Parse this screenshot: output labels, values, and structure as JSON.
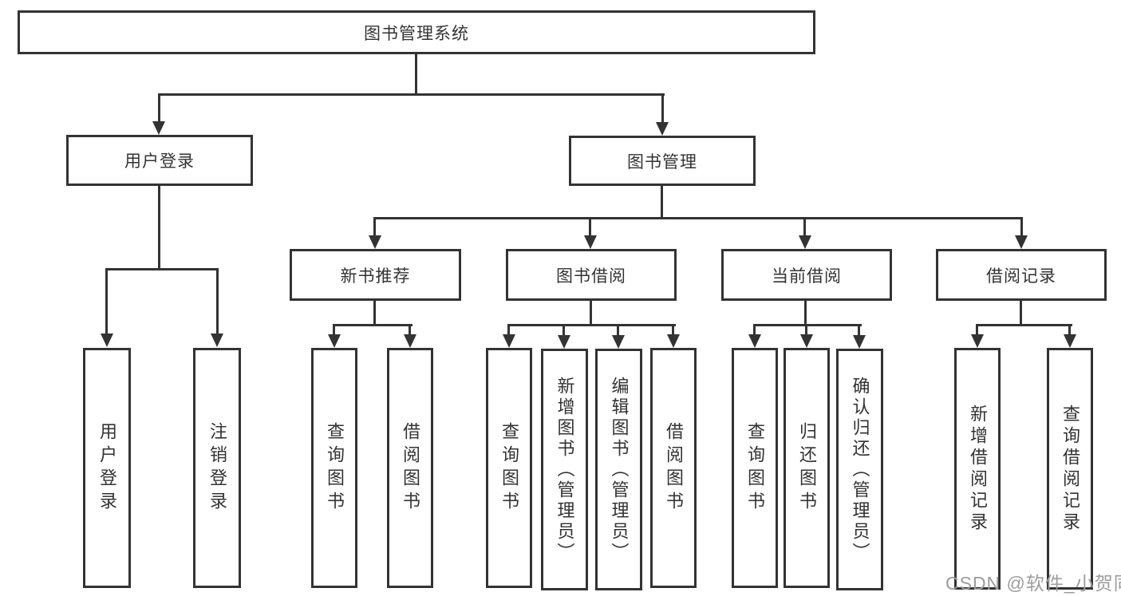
{
  "diagram": {
    "root": "图书管理系统",
    "level2": {
      "user_login": "用户登录",
      "book_mgmt": "图书管理"
    },
    "level3": {
      "new_book_rec": "新书推荐",
      "book_borrow": "图书借阅",
      "current_borrow": "当前借阅",
      "borrow_records": "借阅记录"
    },
    "leaves": {
      "login_user_login": "用户登录",
      "login_logout": "注销登录",
      "rec_query_books": "查询图书",
      "rec_borrow_books": "借阅图书",
      "bb_query_books": "查询图书",
      "bb_add_books": "新增图书（管理员）",
      "bb_edit_books": "编辑图书（管理员）",
      "bb_borrow_books": "借阅图书",
      "cb_query_books": "查询图书",
      "cb_return_books": "归还图书",
      "cb_confirm_return": "确认归还（管理员）",
      "br_add_record": "新增借阅记录",
      "br_query_record": "查询借阅记录"
    }
  },
  "watermark": "CSDN @软件_小贺同学",
  "colors": {
    "line": "#333333",
    "text": "#333333",
    "watermark": "#9c9c9c",
    "background": "#ffffff"
  }
}
